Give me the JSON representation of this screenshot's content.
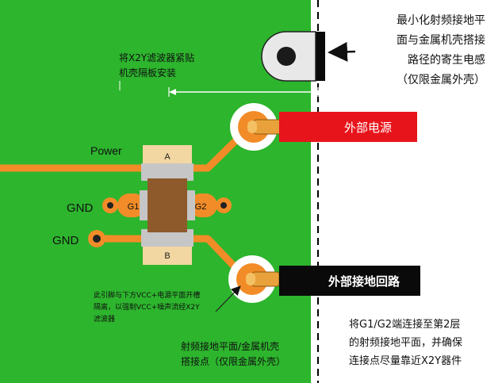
{
  "texts": {
    "mounting_note": "将X2Y滤波器紧贴\n机壳隔板安装",
    "inductance_note": "最小化射频接地平\n面与金属机壳搭接\n路径的寄生电感\n（仅限金属外壳）",
    "external_power": "外部电源",
    "external_ground_loop": "外部接地回路",
    "power_label": "Power",
    "gnd_label_1": "GND",
    "gnd_label_2": "GND",
    "pad_a": "A",
    "pad_b": "B",
    "pad_g1": "G1",
    "pad_g2": "G2",
    "slot_note": "此引脚与下方VCC+电源平面开槽\n隔离，以强制VCC+噪声流经X2Y\n滤波器",
    "chassis_point_note": "射频接地平面/金属机壳\n搭接点（仅限金属外壳）",
    "g1g2_note": "将G1/G2端连接至第2层\n的射频接地平面，并确保\n连接点尽量靠近X2Y器件"
  },
  "colors": {
    "board_green": "#2db52d",
    "trace_orange": "#f28c28",
    "power_red": "#e8141b",
    "ground_black": "#0a0a0a",
    "component_brown": "#8e5a2c",
    "pad_tan": "#f3d7a2"
  }
}
